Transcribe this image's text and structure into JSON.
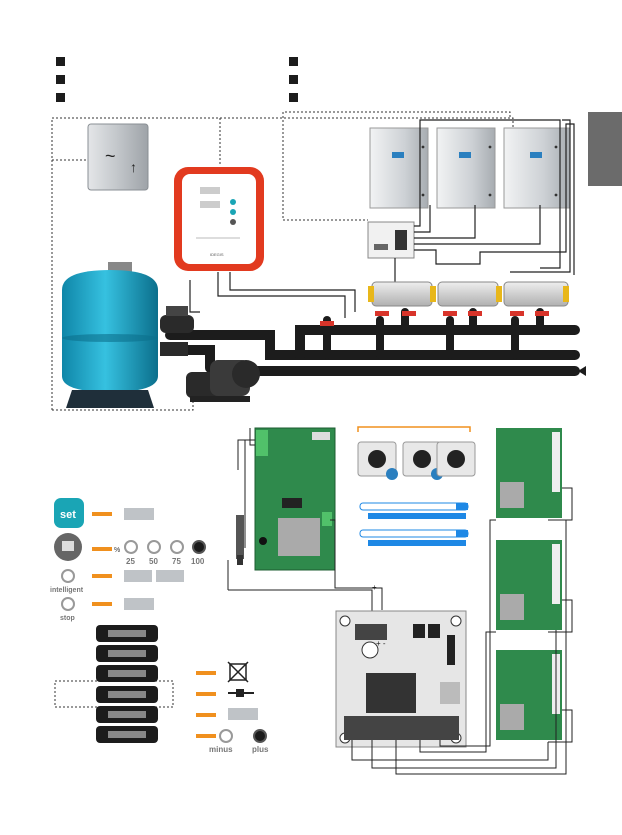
{
  "colors": {
    "pipe": "#1c1c1c",
    "tank": "#17a3c8",
    "tank_dark": "#0e7c9c",
    "accent_orange": "#f0901e",
    "controller_red": "#e23a1f",
    "board_green": "#2f8a4c",
    "blue_bar": "#1e88e5",
    "teal_set": "#1aa5b5",
    "side_tab": "#6b6b6b",
    "cell_silver": "#c8ccd0"
  },
  "icons": {
    "power_supply_wave": "ac-wave-icon",
    "filter": "sand-filter-icon",
    "pump": "pump-icon",
    "boost": "boost-icon",
    "no_chemicals": "crossed-container-icon",
    "probe": "probe-icon"
  },
  "labels": {
    "controller_brand": "IDEGIS",
    "percent_sign": "%",
    "pct_25": "25",
    "pct_50": "50",
    "pct_75": "75",
    "pct_100": "100",
    "set": "set",
    "intelligent": "intelligent",
    "stop": "stop",
    "minus": "minus",
    "plus": "plus",
    "polarity_top": "+ -",
    "polarity_mid": "+ -",
    "ac_symbol": "~",
    "arrow_symbol": "↑"
  }
}
